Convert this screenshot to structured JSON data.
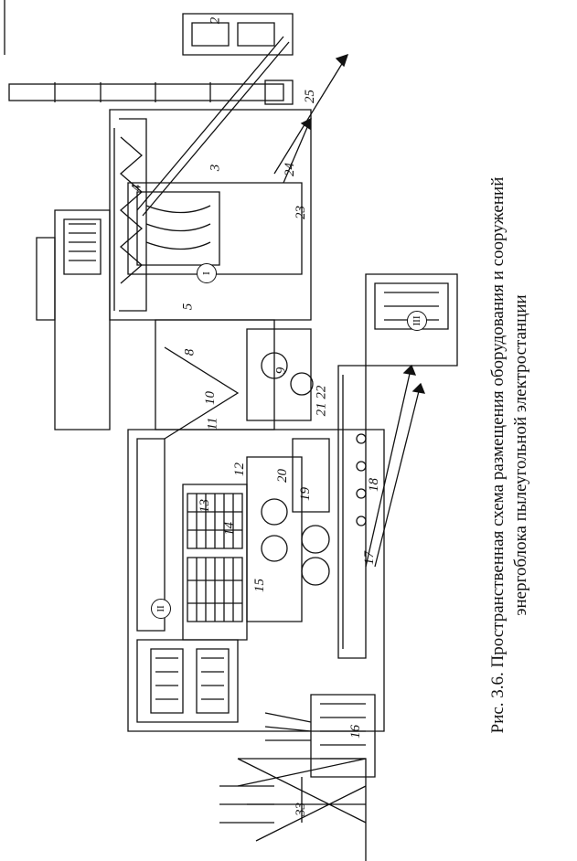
{
  "figure": {
    "caption_line1": "Рис. 3.6. Пространственная схема размещения оборудования и сооружений",
    "caption_line2": "энергоблока пылеугольной электростанции",
    "labels": {
      "n2": "2",
      "n3": "3",
      "n4": "4",
      "n5": "5",
      "n8": "8",
      "n9": "9",
      "n10": "10",
      "n11": "11",
      "n12": "12",
      "n13": "13",
      "n14": "14",
      "n15": "15",
      "n16": "16",
      "n17": "17",
      "n18": "18",
      "n19": "19",
      "n20": "20",
      "n21_22": "21 22",
      "n23": "23",
      "n24": "24",
      "n25": "25",
      "n33": "33",
      "r1": "I",
      "r2": "II",
      "r3": "III"
    }
  }
}
